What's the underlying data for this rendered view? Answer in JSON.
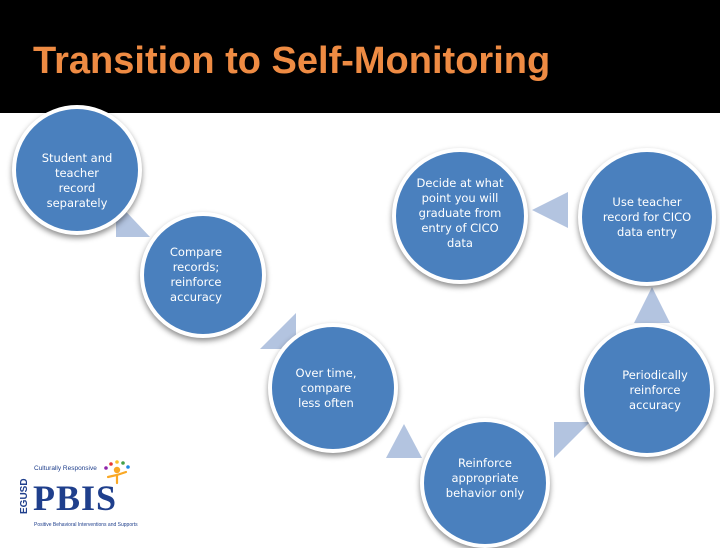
{
  "slide": {
    "title": "Transition to Self-Monitoring"
  },
  "steps": [
    "Student and teacher record separately",
    "Compare records; reinforce accuracy",
    "Over time, compare less often",
    "Reinforce appropriate behavior only",
    "Periodically reinforce accuracy",
    "Use teacher record for CICO data entry",
    "Decide at what point you will graduate from entry of CICO data"
  ],
  "logo": {
    "district": "EGUSD",
    "tagline": "Culturally Responsive",
    "acronym": "PBIS",
    "full_name": "Positive Behavioral Interventions and Supports"
  },
  "colors": {
    "header_bg": "#000000",
    "title": "#ee8b43",
    "circle_fill": "#4a80be",
    "arrow_fill": "#b3c4e0",
    "logo_blue": "#1f3f8c"
  },
  "icons": [
    "connector-arrow-icon",
    "pbis-figure-icon"
  ]
}
